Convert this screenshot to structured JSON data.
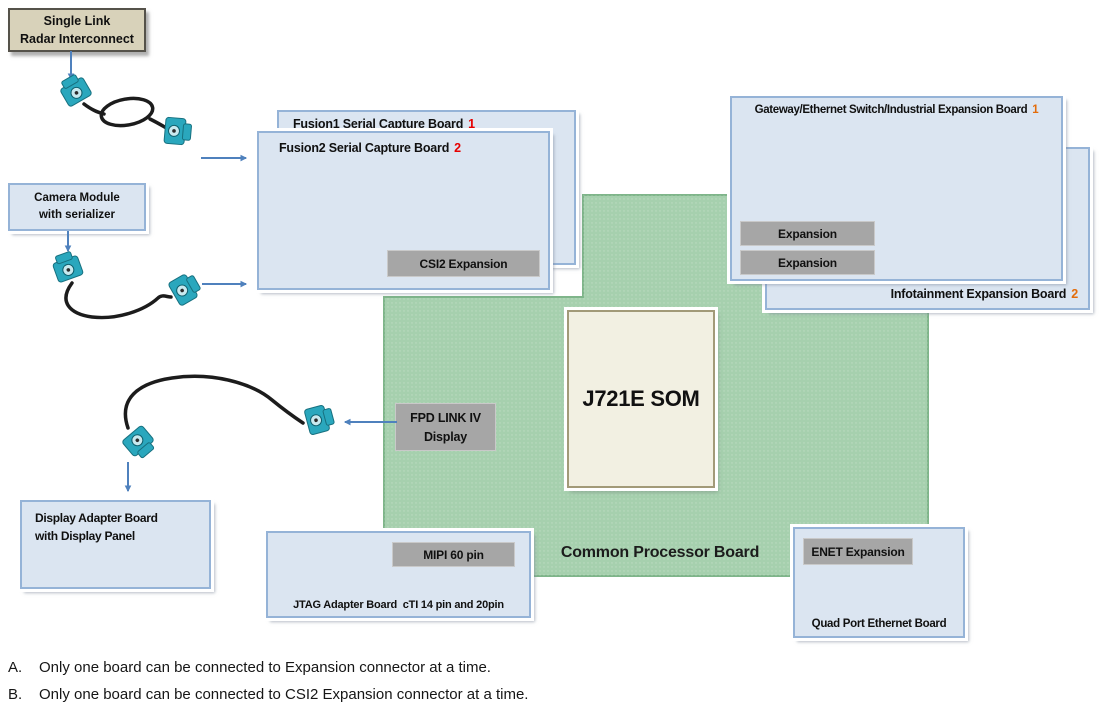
{
  "colors": {
    "blue_box_fill": "#dbe5f1",
    "blue_box_border": "#95b3d7",
    "gray_button_fill": "#a6a6a6",
    "gray_button_border": "#c9c9c9",
    "green_board_fill": "#a6d0ae",
    "green_board_border": "#7fb58a",
    "tan_box_fill": "#d8d2ba",
    "tan_box_border": "#55524a",
    "som_fill": "#f2f0e2",
    "som_border": "#a29a78",
    "arrow_blue": "#4f81bd",
    "number_red": "#e60000",
    "number_orange": "#e36c0a",
    "connector_teal": "#2aa7bd",
    "cable_black": "#1c1c1c",
    "text_dark": "#101010"
  },
  "diagram": {
    "radar_box": {
      "line1": "Single Link",
      "line2": "Radar Interconnect"
    },
    "camera_box": {
      "line1": "Camera Module",
      "line2": "with serializer"
    },
    "fusion1": {
      "title": "Fusion1 Serial Capture Board",
      "number": "1"
    },
    "fusion2": {
      "title": "Fusion2 Serial Capture Board",
      "number": "2"
    },
    "csi2_button": "CSI2 Expansion",
    "gateway": {
      "title": "Gateway/Ethernet Switch/Industrial Expansion Board",
      "number": "1",
      "expansion_top": "Expansion",
      "expansion_bottom": "Expansion"
    },
    "infotainment": {
      "title": "Infotainment Expansion Board",
      "number": "2"
    },
    "som_label": "J721E SOM",
    "cpb_label": "Common Processor Board",
    "fpd_box": {
      "line1": "FPD LINK IV",
      "line2": "Display"
    },
    "display_adapter": {
      "line1": "Display Adapter Board",
      "line2": "with Display Panel"
    },
    "jtag": {
      "label": "JTAG Adapter Board  cTI 14 pin and 20pin",
      "mipi_button": "MIPI 60 pin"
    },
    "quad_port": {
      "label": "Quad Port Ethernet Board",
      "enet_button": "ENET Expansion"
    }
  },
  "notes": [
    {
      "letter": "A.",
      "text": "Only one board can be connected to Expansion connector at a time."
    },
    {
      "letter": "B.",
      "text": "Only one board can be connected to CSI2 Expansion connector at a time."
    }
  ]
}
